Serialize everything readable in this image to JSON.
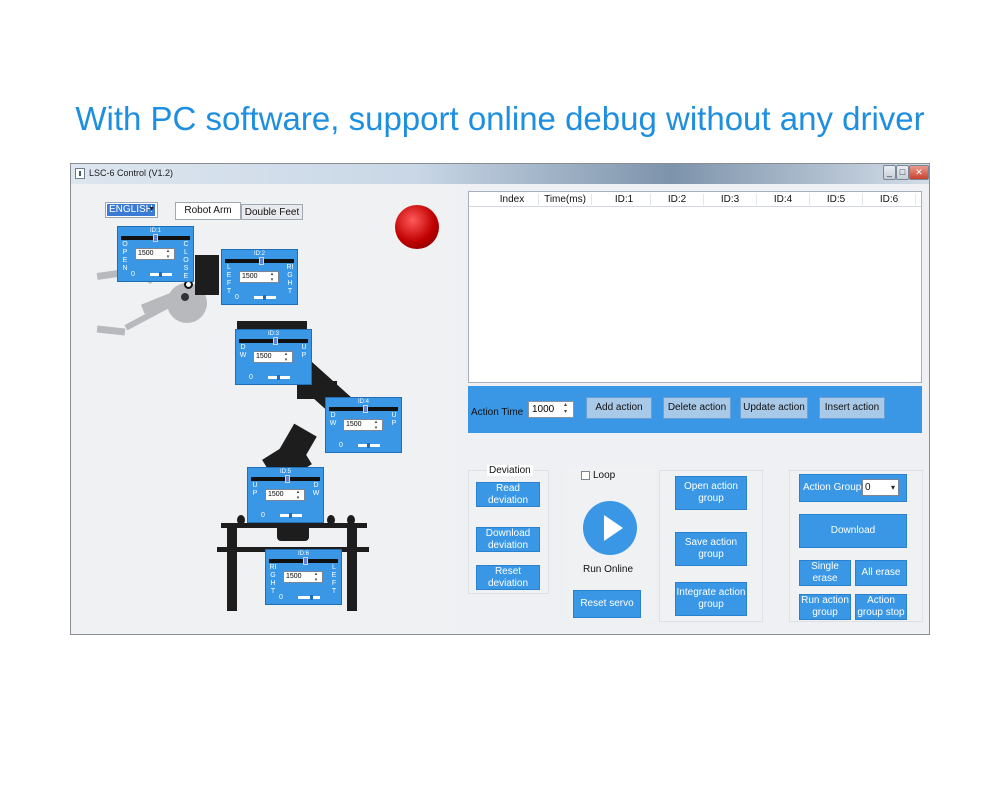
{
  "headline": "With PC software, support online debug without any driver",
  "window": {
    "title": "LSC-6 Control (V1.2)",
    "min": "_",
    "max": "□",
    "close": "✕"
  },
  "language": {
    "selected": "ENGLISH"
  },
  "tabs": [
    "Robot Arm",
    "Double Feet"
  ],
  "servos": [
    {
      "id": "ID:1",
      "value": "1500",
      "zero": "0",
      "left_label": "OPEN",
      "right_label": "CLOSE"
    },
    {
      "id": "ID:2",
      "value": "1500",
      "zero": "0",
      "left_label": "LEFT",
      "right_label": "RIGHT"
    },
    {
      "id": "ID:3",
      "value": "1500",
      "zero": "0",
      "left_label": "DW",
      "right_label": "UP"
    },
    {
      "id": "ID:4",
      "value": "1500",
      "zero": "0",
      "left_label": "DW",
      "right_label": "UP"
    },
    {
      "id": "ID:5",
      "value": "1500",
      "zero": "0",
      "left_label": "UP",
      "right_label": "DW"
    },
    {
      "id": "ID:6",
      "value": "1500",
      "zero": "0",
      "left_label": "RIGHT",
      "right_label": "LEFT"
    }
  ],
  "table": {
    "columns": [
      "Index",
      "Time(ms)",
      "ID:1",
      "ID:2",
      "ID:3",
      "ID:4",
      "ID:5",
      "ID:6"
    ],
    "rows": []
  },
  "action_bar": {
    "time_label": "Action Time",
    "time_value": "1000",
    "buttons": [
      "Add action",
      "Delete action",
      "Update action",
      "Insert action"
    ]
  },
  "deviation": {
    "legend": "Deviation",
    "read": "Read deviation",
    "download": "Download deviation",
    "reset": "Reset deviation"
  },
  "run": {
    "loop_label": "Loop",
    "run_online_label": "Run Online",
    "reset_servo": "Reset servo"
  },
  "file_group": {
    "open": "Open action group",
    "save": "Save action group",
    "integrate": "Integrate action group"
  },
  "action_group": {
    "label": "Action Group",
    "selected": "0",
    "download": "Download",
    "single_erase": "Single erase",
    "all_erase": "All erase",
    "run_group": "Run action group",
    "stop_group": "Action group stop"
  }
}
